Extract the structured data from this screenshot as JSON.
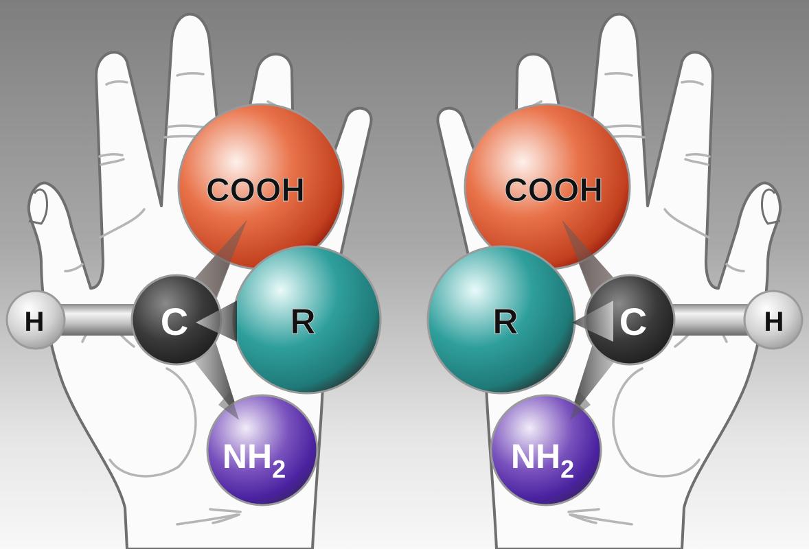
{
  "figure": {
    "subject": "Chirality of amino acids shown as mirror-image molecules held in left and right hands",
    "background": {
      "top_color": "#808080",
      "bottom_color": "#f7f7f7"
    },
    "colors": {
      "cooh": "#e8683f",
      "cooh_dark": "#8f1208",
      "r_group": "#2a9a98",
      "r_group_dark": "#1e3b3b",
      "nh2": "#5a2aa8",
      "nh2_dark": "#3a1e6a",
      "carbon": "#3a3a3a",
      "hydrogen": "#cfcfcf",
      "hand_fill": "#fbfbfb",
      "hand_outline": "#6f6f6f",
      "crease": "#b5b5b5"
    }
  },
  "left_molecule": {
    "hand": "left hand (palm view)",
    "atoms": {
      "hydrogen": {
        "label": "H"
      },
      "carbon": {
        "label": "C"
      },
      "carboxyl": {
        "label": "COOH"
      },
      "r_group": {
        "label": "R"
      },
      "amino": {
        "label": "NH",
        "subscript": "2"
      }
    }
  },
  "right_molecule": {
    "hand": "right hand (palm view)",
    "atoms": {
      "hydrogen": {
        "label": "H"
      },
      "carbon": {
        "label": "C"
      },
      "carboxyl": {
        "label": "COOH"
      },
      "r_group": {
        "label": "R"
      },
      "amino": {
        "label": "NH",
        "subscript": "2"
      }
    }
  }
}
